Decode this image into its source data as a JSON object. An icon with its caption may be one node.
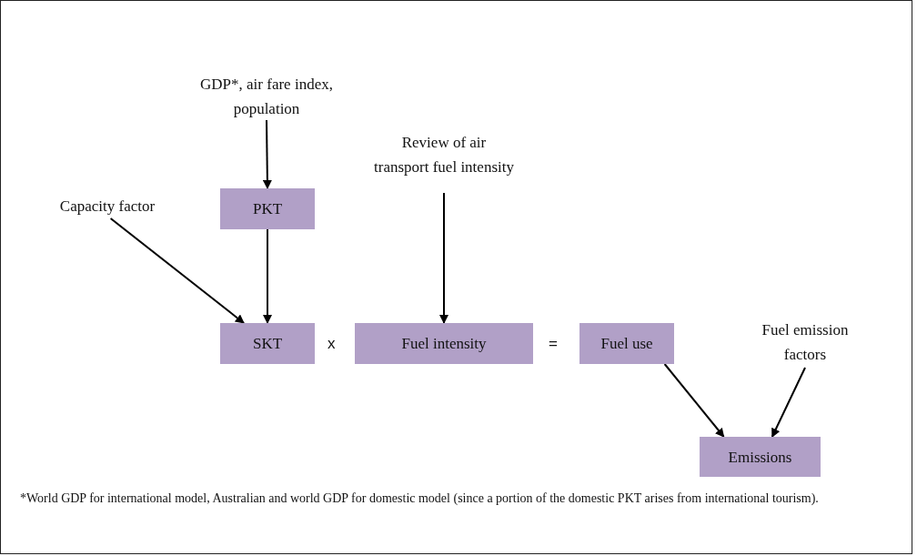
{
  "diagram": {
    "nodes": [
      {
        "text": [
          "GDP*, air fare index, population"
        ]
      },
      {
        "text": [
          "PKT"
        ]
      },
      {
        "text": [
          "Capacity factor"
        ]
      },
      {
        "text": [
          "Review of air transport fuel intensity"
        ]
      },
      {
        "text": [
          "SKT"
        ]
      },
      {
        "text": [
          "Fuel intensity"
        ]
      },
      {
        "text": [
          "Fuel use"
        ]
      },
      {
        "text": [
          "Fuel emission factors"
        ]
      },
      {
        "text": [
          "Emissions"
        ]
      }
    ],
    "edges": [
      {
        "from": 0,
        "to": 1,
        "arrow": "to"
      },
      {
        "from": 1,
        "to": 4,
        "arrow": "to"
      },
      {
        "from": 2,
        "to": 4,
        "arrow": "to"
      },
      {
        "from": 3,
        "to": 5,
        "arrow": "to"
      },
      {
        "from": 6,
        "to": 8,
        "arrow": "to"
      },
      {
        "from": 7,
        "to": 8,
        "arrow": "to"
      }
    ],
    "labels": [
      "x",
      "=",
      "*World GDP for international model, Australian and world GDP for domestic model (since a portion of the domestic PKT arises from international tourism)."
    ]
  }
}
